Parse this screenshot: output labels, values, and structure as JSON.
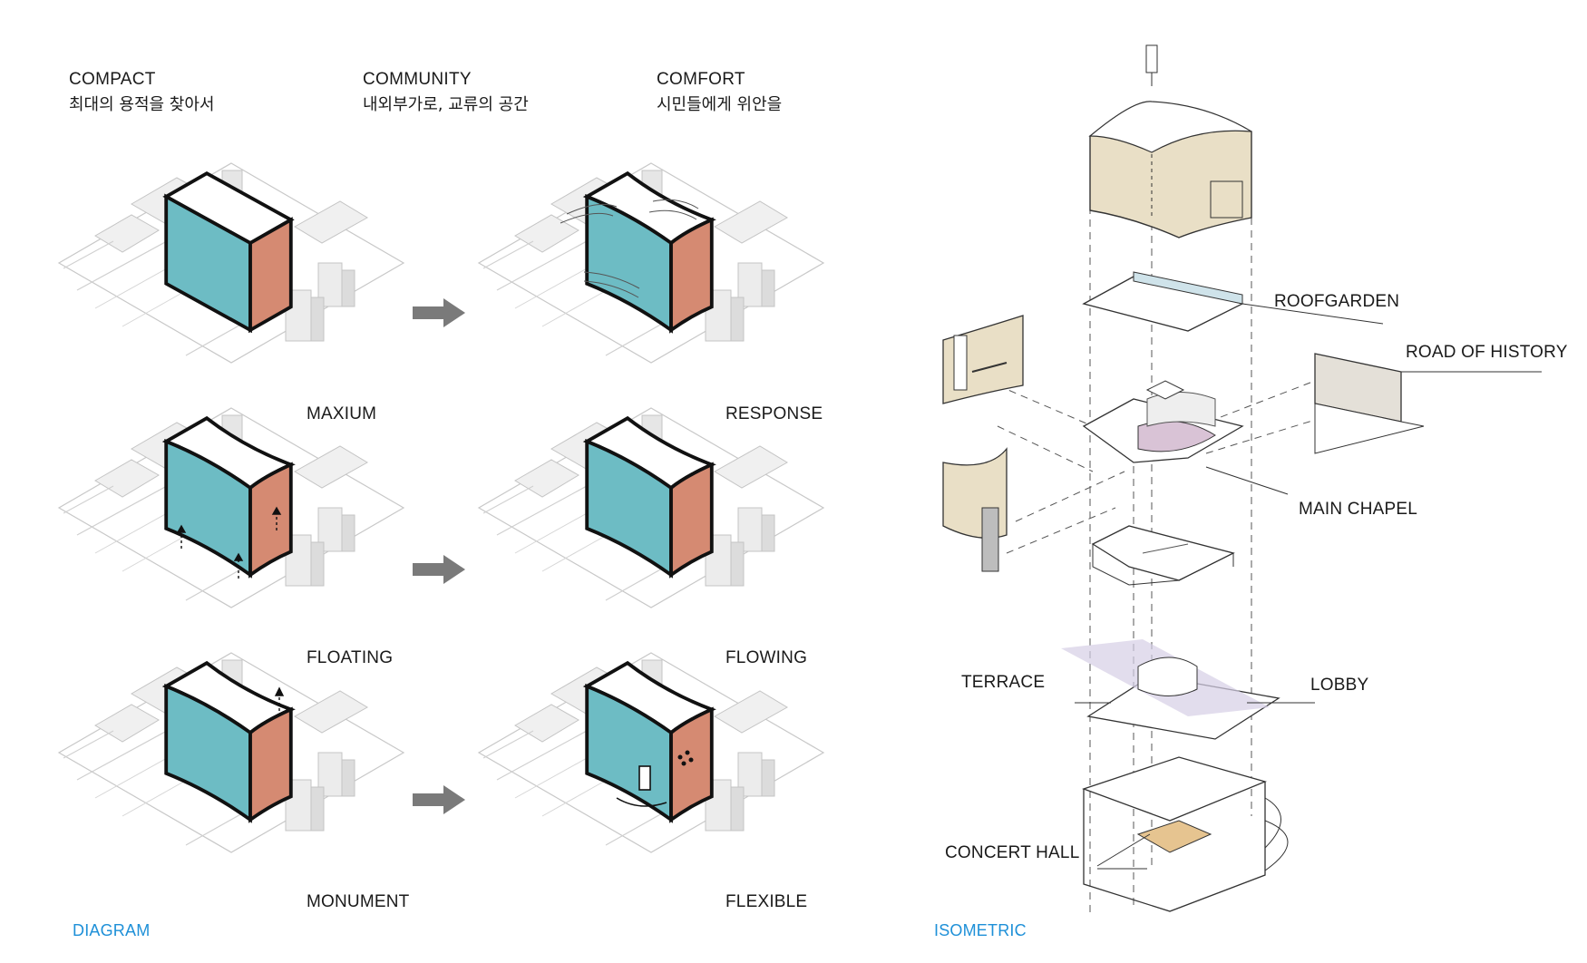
{
  "headers": [
    {
      "en": "COMPACT",
      "ko": "최대의 용적을 찾아서"
    },
    {
      "en": "COMMUNITY",
      "ko": "내외부가로, 교류의 공간"
    },
    {
      "en": "COMFORT",
      "ko": "시민들에게 위안을"
    }
  ],
  "diagram_labels": {
    "maxium": "MAXIUM",
    "response": "RESPONSE",
    "floating": "FLOATING",
    "flowing": "FLOWING",
    "monument": "MONUMENT",
    "flexible": "FLEXIBLE"
  },
  "section_labels": {
    "diagram": "DIAGRAM",
    "isometric": "ISOMETRIC"
  },
  "iso_labels": {
    "roofgarden": "ROOFGARDEN",
    "road_of_history": "ROAD OF HISTORY",
    "main_chapel": "MAIN CHAPEL",
    "terrace": "TERRACE",
    "lobby": "LOBBY",
    "concert_hall": "CONCERT HALL"
  },
  "colors": {
    "teal": "#6dbcc4",
    "terracotta": "#d58a72",
    "beige": "#e9dfc6",
    "arrow": "#7a7a7a",
    "accent_label": "#1e90d8",
    "chapel_floor": "#d9c3d6",
    "concert_seats": "#e6c490"
  }
}
